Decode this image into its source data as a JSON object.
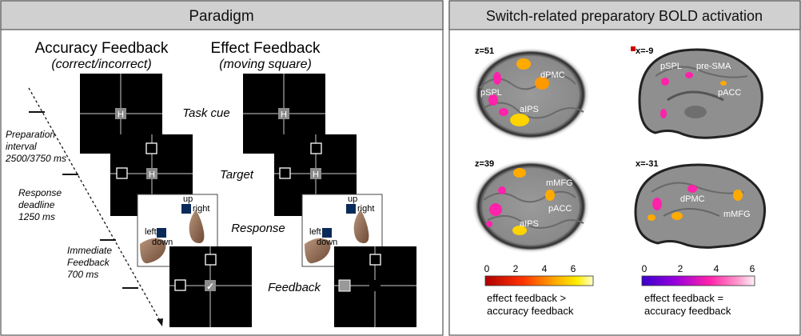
{
  "left_panel": {
    "header": "Paradigm",
    "columns": [
      {
        "title": "Accuracy Feedback",
        "subtitle": "(correct/incorrect)"
      },
      {
        "title": "Effect Feedback",
        "subtitle": "(moving square)"
      }
    ],
    "stage_labels": [
      "Task cue",
      "Target",
      "Response",
      "Feedback"
    ],
    "timeline": [
      {
        "lines": [
          "Preparation",
          "interval",
          "2500/3750 ms"
        ]
      },
      {
        "lines": [
          "Response",
          "deadline",
          "1250 ms"
        ]
      },
      {
        "lines": [
          "Immediate",
          "Feedback",
          "700 ms"
        ]
      }
    ],
    "cue_letter": "H",
    "response_labels": {
      "up": "up",
      "right": "right",
      "left": "left",
      "down": "down"
    },
    "check_glyph": "✓"
  },
  "right_panel": {
    "header": "Switch-related preparatory BOLD activation",
    "brains": [
      {
        "coord": "z=51",
        "labels": [
          "dPMC",
          "pSPL",
          "aIPS"
        ]
      },
      {
        "coord": "x=-9",
        "labels": [
          "pSPL",
          "pre-SMA",
          "pACC"
        ]
      },
      {
        "coord": "z=39",
        "labels": [
          "mMFG",
          "pACC",
          "aIPS"
        ]
      },
      {
        "coord": "x=-31",
        "labels": [
          "dPMC",
          "mMFG"
        ]
      }
    ],
    "colorbars": [
      {
        "ticks": [
          "0",
          "2",
          "4",
          "6"
        ],
        "caption": [
          "effect feedback >",
          "accuracy feedback"
        ],
        "colors": [
          "#cc0000",
          "#ff6600",
          "#ffdd00",
          "#ffffc0"
        ]
      },
      {
        "ticks": [
          "0",
          "2",
          "4",
          "6"
        ],
        "caption": [
          "effect feedback =",
          "accuracy feedback"
        ],
        "colors": [
          "#3a00cc",
          "#aa00dd",
          "#ff33aa",
          "#ffe6f4"
        ]
      }
    ]
  }
}
